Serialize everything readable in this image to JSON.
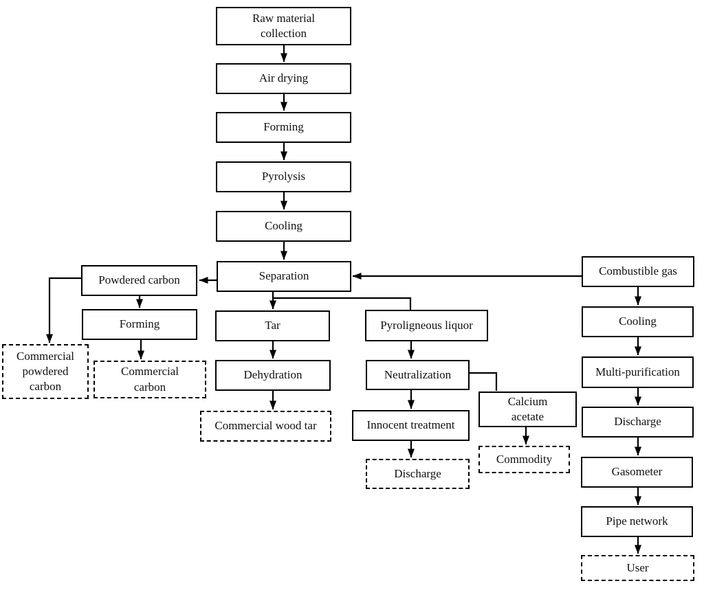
{
  "colors": {
    "background": "#ffffff",
    "box_border": "#000000",
    "connector": "#000000",
    "text": "#111111"
  },
  "diagram_type": "process-flowchart",
  "nodes": {
    "raw_material_collection": {
      "label": "Raw material\ncollection",
      "box": "solid"
    },
    "air_drying": {
      "label": "Air drying",
      "box": "solid"
    },
    "forming_main": {
      "label": "Forming",
      "box": "solid"
    },
    "pyrolysis": {
      "label": "Pyrolysis",
      "box": "solid"
    },
    "cooling_main": {
      "label": "Cooling",
      "box": "solid"
    },
    "separation": {
      "label": "Separation",
      "box": "solid"
    },
    "powdered_carbon": {
      "label": "Powdered carbon",
      "box": "solid"
    },
    "forming_carbon": {
      "label": "Forming",
      "box": "solid"
    },
    "commercial_powdered_carbon": {
      "label": "Commercial\npowdered\ncarbon",
      "box": "dashed"
    },
    "commercial_carbon": {
      "label": "Commercial\ncarbon",
      "box": "dashed"
    },
    "tar": {
      "label": "Tar",
      "box": "solid"
    },
    "dehydration": {
      "label": "Dehydration",
      "box": "solid"
    },
    "commercial_wood_tar": {
      "label": "Commercial wood tar",
      "box": "dashed"
    },
    "pyroligneous_liquor": {
      "label": "Pyroligneous liquor",
      "box": "solid"
    },
    "neutralization": {
      "label": "Neutralization",
      "box": "solid"
    },
    "innocent_treatment": {
      "label": "Innocent treatment",
      "box": "solid"
    },
    "discharge_liquor": {
      "label": "Discharge",
      "box": "dashed"
    },
    "calcium_acetate": {
      "label": "Calcium\nacetate",
      "box": "solid"
    },
    "commodity": {
      "label": "Commodity",
      "box": "dashed"
    },
    "combustible_gas": {
      "label": "Combustible gas",
      "box": "solid"
    },
    "cooling_gas": {
      "label": "Cooling",
      "box": "solid"
    },
    "multi_purification": {
      "label": "Multi-purification",
      "box": "solid"
    },
    "discharge_gas": {
      "label": "Discharge",
      "box": "solid"
    },
    "gasometer": {
      "label": "Gasometer",
      "box": "solid"
    },
    "pipe_network": {
      "label": "Pipe network",
      "box": "solid"
    },
    "user": {
      "label": "User",
      "box": "dashed"
    }
  },
  "edges": [
    {
      "from": "raw_material_collection",
      "to": "air_drying",
      "arrow": true
    },
    {
      "from": "air_drying",
      "to": "forming_main",
      "arrow": true
    },
    {
      "from": "forming_main",
      "to": "pyrolysis",
      "arrow": true
    },
    {
      "from": "pyrolysis",
      "to": "cooling_main",
      "arrow": true
    },
    {
      "from": "cooling_main",
      "to": "separation",
      "arrow": true
    },
    {
      "from": "separation",
      "to": "powdered_carbon",
      "arrow": true
    },
    {
      "from": "separation",
      "to": "tar",
      "arrow": true
    },
    {
      "from": "separation",
      "to": "pyroligneous_liquor",
      "arrow": false
    },
    {
      "from": "combustible_gas",
      "to": "separation",
      "arrow": true
    },
    {
      "from": "powdered_carbon",
      "to": "commercial_powdered_carbon",
      "arrow": true
    },
    {
      "from": "powdered_carbon",
      "to": "forming_carbon",
      "arrow": true
    },
    {
      "from": "forming_carbon",
      "to": "commercial_carbon",
      "arrow": true
    },
    {
      "from": "tar",
      "to": "dehydration",
      "arrow": true
    },
    {
      "from": "dehydration",
      "to": "commercial_wood_tar",
      "arrow": true
    },
    {
      "from": "pyroligneous_liquor",
      "to": "neutralization",
      "arrow": true
    },
    {
      "from": "neutralization",
      "to": "innocent_treatment",
      "arrow": true
    },
    {
      "from": "neutralization",
      "to": "calcium_acetate",
      "arrow": false
    },
    {
      "from": "innocent_treatment",
      "to": "discharge_liquor",
      "arrow": true
    },
    {
      "from": "calcium_acetate",
      "to": "commodity",
      "arrow": true
    },
    {
      "from": "combustible_gas",
      "to": "cooling_gas",
      "arrow": true
    },
    {
      "from": "cooling_gas",
      "to": "multi_purification",
      "arrow": true
    },
    {
      "from": "multi_purification",
      "to": "discharge_gas",
      "arrow": true
    },
    {
      "from": "discharge_gas",
      "to": "gasometer",
      "arrow": true
    },
    {
      "from": "gasometer",
      "to": "pipe_network",
      "arrow": true
    },
    {
      "from": "pipe_network",
      "to": "user",
      "arrow": true
    }
  ]
}
